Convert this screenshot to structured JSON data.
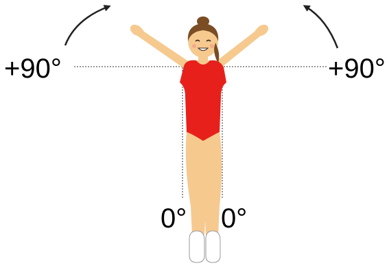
{
  "labels": {
    "left_angle": "+90°",
    "right_angle": "+90°",
    "left_zero": "0°",
    "right_zero": "0°"
  },
  "colors": {
    "skin": "#f6c98f",
    "leotard": "#e8201b",
    "hair": "#7a4d24",
    "line": "#222222",
    "shoe": "#ffffff"
  }
}
